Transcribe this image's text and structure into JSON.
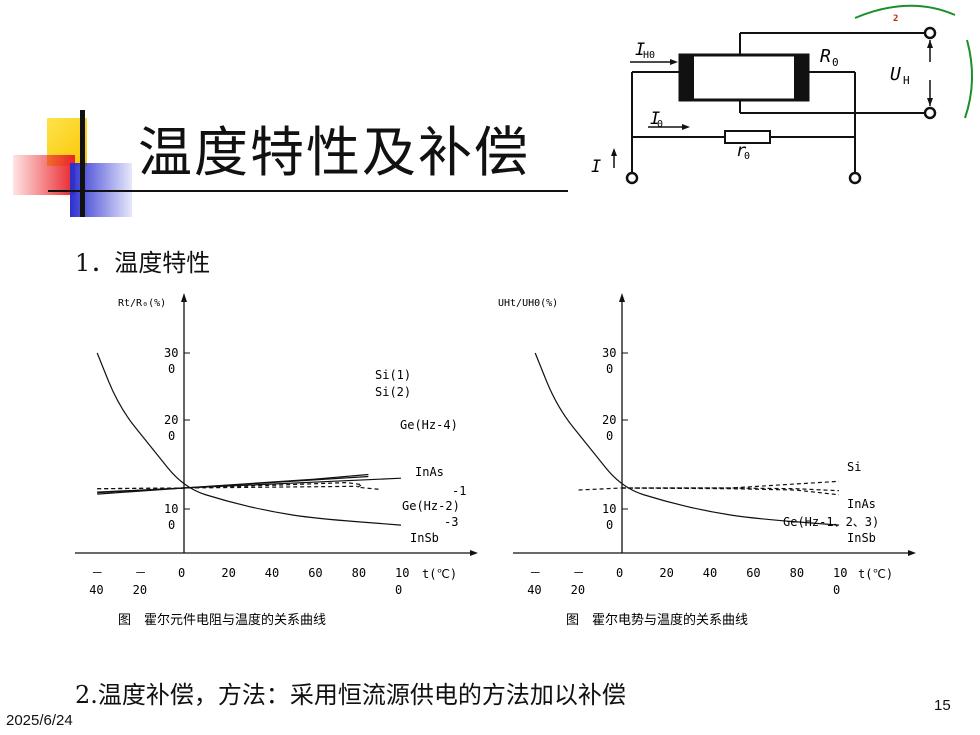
{
  "slide": {
    "title": "温度特性及补偿",
    "section1": "1．温度特性",
    "section2": "2.温度补偿，方法：采用恒流源供电的方法加以补偿",
    "date": "2025/6/24",
    "page_number": "15"
  },
  "circuit": {
    "label_IH0": "I",
    "label_IH0_sub": "H0",
    "label_R0": "R",
    "label_R0_sub": "0",
    "label_UH": "U",
    "label_UH_sub": "H",
    "label_I0": "I",
    "label_I0_sub": "0",
    "label_r0": "r",
    "label_r0_sub": "0",
    "label_I": "I"
  },
  "chart_data": [
    {
      "type": "line",
      "caption": "图　霍尔元件电阻与温度的关系曲线",
      "ylabel": "Rt/R₀(%)",
      "xlabel": "t(℃)",
      "x_ticks": [
        [
          "－",
          "40"
        ],
        [
          "－",
          "20"
        ],
        [
          "0",
          ""
        ],
        [
          "20",
          ""
        ],
        [
          "40",
          ""
        ],
        [
          "60",
          ""
        ],
        [
          "80",
          ""
        ],
        [
          "10",
          "0"
        ]
      ],
      "y_ticks": [
        [
          "30",
          "0"
        ],
        [
          "20",
          "0"
        ],
        [
          "10",
          "0"
        ]
      ],
      "series": [
        {
          "name": "Si(1)",
          "x": [
            -40,
            0,
            60,
            85
          ],
          "y": [
            0.93,
            1.0,
            1.13,
            1.2
          ]
        },
        {
          "name": "Si(2)",
          "x": [
            -40,
            0,
            60,
            85
          ],
          "y": [
            0.91,
            1.0,
            1.12,
            1.17
          ]
        },
        {
          "name": "Ge(Hz-4)",
          "x": [
            -40,
            0,
            100
          ],
          "y": [
            0.94,
            1.0,
            1.145
          ]
        },
        {
          "name": "InAs",
          "x": [
            -40,
            0,
            80
          ],
          "y": [
            0.99,
            1.0,
            1.025
          ]
        },
        {
          "name": "Ge(Hz-2)",
          "x": [
            -40,
            0,
            40,
            75,
            82,
            80,
            90
          ],
          "y": [
            0.99,
            1.0,
            1.04,
            1.08,
            1.05,
            1.01,
            0.98
          ]
        },
        {
          "name": "InSb",
          "x": [
            -40,
            -30,
            -15,
            0,
            20,
            40,
            60,
            100
          ],
          "y": [
            3.0,
            2.2,
            1.6,
            1.0,
            0.8,
            0.65,
            0.55,
            0.45
          ]
        }
      ],
      "annotations": [
        "Si(1)",
        "Si(2)",
        "Ge(Hz-4)",
        "InAs",
        "-1",
        "Ge(Hz-2)",
        "-3",
        "InSb"
      ]
    },
    {
      "type": "line",
      "caption": "图　霍尔电势与温度的关系曲线",
      "ylabel": "UHt/UH0(%)",
      "xlabel": "t(℃)",
      "x_ticks": [
        [
          "－",
          "40"
        ],
        [
          "－",
          "20"
        ],
        [
          "0",
          ""
        ],
        [
          "20",
          ""
        ],
        [
          "40",
          ""
        ],
        [
          "60",
          ""
        ],
        [
          "80",
          ""
        ],
        [
          "10",
          "0"
        ]
      ],
      "y_ticks": [
        [
          "30",
          "0"
        ],
        [
          "20",
          "0"
        ],
        [
          "10",
          "0"
        ]
      ],
      "series": [
        {
          "name": "Si",
          "x": [
            0,
            50,
            100
          ],
          "y": [
            1.0,
            1.0,
            1.1
          ]
        },
        {
          "name": "InAs",
          "x": [
            -20,
            0,
            50,
            80,
            100
          ],
          "y": [
            0.97,
            1.0,
            1.0,
            0.99,
            0.96
          ]
        },
        {
          "name": "Ge(Hz-1、2、3)",
          "x": [
            0,
            50,
            80,
            100
          ],
          "y": [
            1.0,
            0.99,
            0.97,
            0.9
          ]
        },
        {
          "name": "InSb",
          "x": [
            -40,
            -30,
            -15,
            0,
            20,
            40,
            60,
            100
          ],
          "y": [
            3.0,
            2.2,
            1.6,
            1.0,
            0.8,
            0.65,
            0.55,
            0.45
          ]
        }
      ],
      "annotations": [
        "Si",
        "InAs",
        "Ge(Hz-1、2、3)",
        "InSb"
      ]
    }
  ]
}
